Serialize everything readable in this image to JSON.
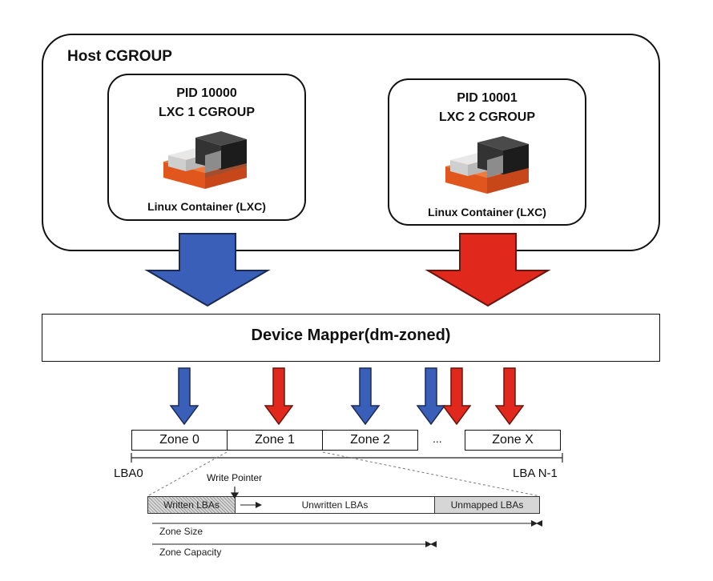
{
  "host": {
    "title": "Host CGROUP"
  },
  "containers": [
    {
      "pid": "PID 10000",
      "cgroup": "LXC 1 CGROUP",
      "label": "Linux Container (LXC)",
      "arrow_color": "#3a5fb8"
    },
    {
      "pid": "PID 10001",
      "cgroup": "LXC 2 CGROUP",
      "label": "Linux Container (LXC)",
      "arrow_color": "#e0281c"
    }
  ],
  "device_mapper": {
    "label": "Device Mapper(dm-zoned)"
  },
  "zones": {
    "labels": [
      "Zone 0",
      "Zone 1",
      "Zone 2",
      "Zone X"
    ],
    "ellipsis": "..."
  },
  "lba": {
    "start": "LBA0",
    "end": "LBA N-1"
  },
  "zone_detail": {
    "write_pointer": "Write Pointer",
    "written": "Written LBAs",
    "unwritten": "Unwritten LBAs",
    "unmapped": "Unmapped LBAs",
    "zone_size": "Zone Size",
    "zone_capacity": "Zone Capacity"
  },
  "colors": {
    "blue_arrow": "#3a5fb8",
    "red_arrow": "#e0281c",
    "cube_orange": "#e0561c",
    "cube_dark": "#2b2b2b"
  }
}
